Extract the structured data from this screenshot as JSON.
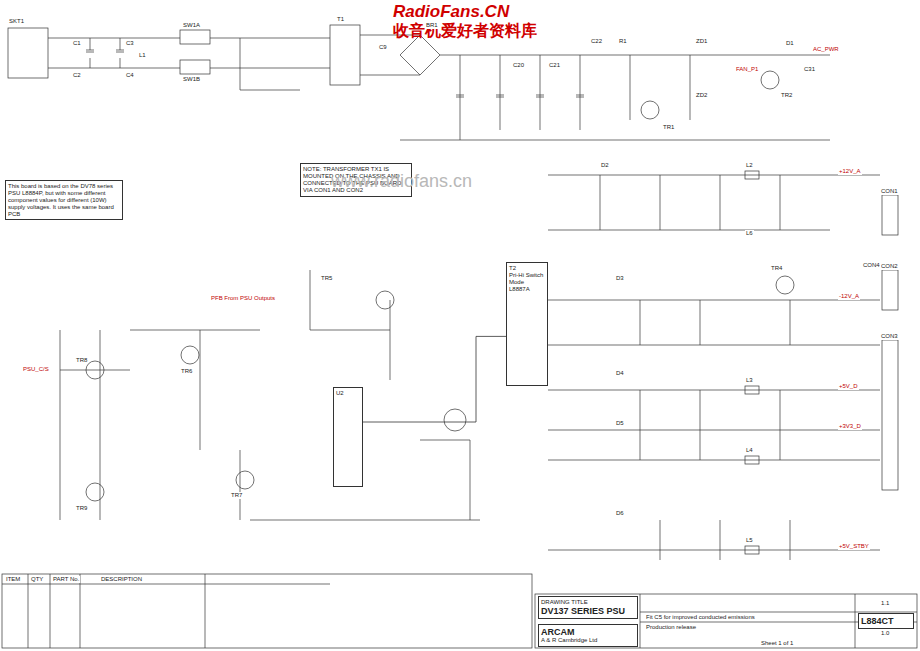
{
  "diagram": {
    "nodes": [
      {
        "text": [
          "This board is based on the DV78 series PSU L8884P, but with some different component values for different (10W) supply voltages. It uses the same board PCB"
        ]
      },
      {
        "text": [
          "NOTE: TRANSFORMER TX1 IS MOUNTED ON THE CHASSIS AND CONNECTED TO THE PSU BOARD VIA CON1 AND CON2"
        ]
      },
      {
        "text": [
          "T2",
          "Pri-Hi Switch Mode L8887A"
        ]
      },
      {
        "text": [
          "U2"
        ]
      },
      {
        "text": [
          "DRAWING TITLE",
          "DV137 SERIES PSU"
        ]
      },
      {
        "text": [
          "ARCAM",
          "A & R Cambridge Ltd"
        ]
      },
      {
        "text": [
          "L884CT"
        ]
      }
    ],
    "edges": [
      {
        "from": 3,
        "to": 2,
        "arrow": "none"
      }
    ],
    "labels": [
      "RadioFans.CN",
      "收音机爱好者资料库",
      "www.radiofans.cn",
      "SKT1",
      "C1",
      "C2",
      "C3",
      "C4",
      "L1",
      "SW1A",
      "SW1B",
      "T1",
      "BR1",
      "C9",
      "C20",
      "C21",
      "C22",
      "R1",
      "TR1",
      "TR2",
      "ZD1",
      "ZD2",
      "D1",
      "C31",
      "AC_PWR",
      "FAN_P1",
      "D2",
      "D3",
      "D4",
      "D5",
      "D6",
      "L2",
      "L3",
      "L4",
      "L5",
      "L6",
      "TR4",
      "TR5",
      "TR6",
      "TR7",
      "TR8",
      "TR9",
      "+12V_A",
      "-12V_A",
      "+5V_D",
      "+3V3_D",
      "+5V_STBY",
      "PSU_C/S",
      "PFB From PSU Outputs",
      "CON1",
      "CON2",
      "CON3",
      "CON4",
      "ITEM",
      "QTY",
      "PART No.",
      "DESCRIPTION",
      "Fit C5 for improved conducted emissions",
      "Production release",
      "1.1",
      "1.0",
      "Sheet 1 of 1"
    ]
  }
}
